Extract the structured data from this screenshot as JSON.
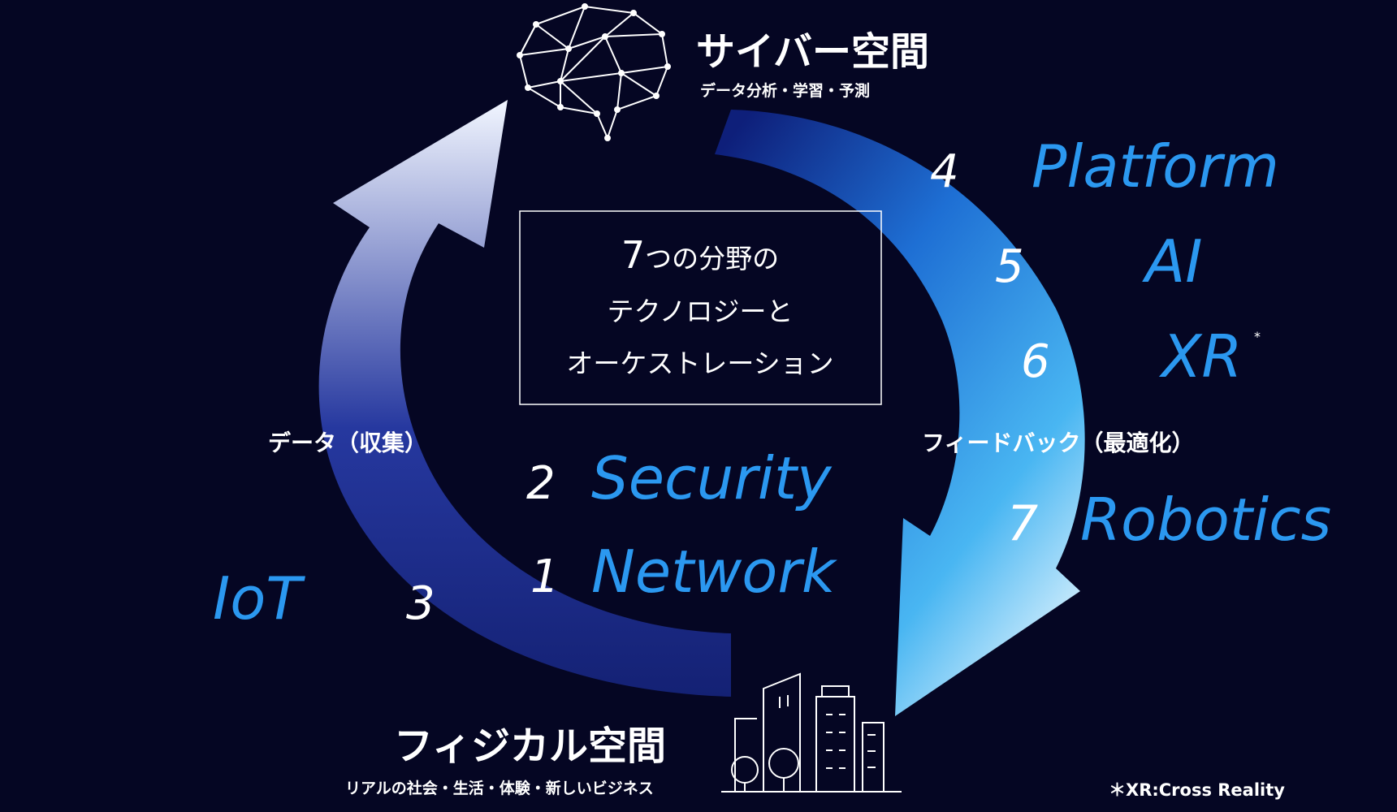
{
  "cyber": {
    "title": "サイバー空間",
    "subtitle": "データ分析・学習・予測"
  },
  "physical": {
    "title": "フィジカル空間",
    "subtitle": "リアルの社会・生活・体験・新しいビジネス"
  },
  "center_box": {
    "line1_number": "7",
    "line1_text": "つの分野の",
    "line2": "テクノロジーと",
    "line3": "オーケストレーション"
  },
  "flows": {
    "left": "データ（収集）",
    "right": "フィードバック（最適化）"
  },
  "technologies": [
    {
      "number": "1",
      "label": "Network"
    },
    {
      "number": "2",
      "label": "Security"
    },
    {
      "number": "3",
      "label": "IoT"
    },
    {
      "number": "4",
      "label": "Platform"
    },
    {
      "number": "5",
      "label": "AI"
    },
    {
      "number": "6",
      "label": "XR",
      "mark": "*"
    },
    {
      "number": "7",
      "label": "Robotics"
    }
  ],
  "footnote": "＊XR:Cross Reality",
  "colors": {
    "background": "#050623",
    "accent_blue": "#2b98f0",
    "arrow_dark": "#1a2a86",
    "arrow_light": "#dff0ff",
    "text": "#ffffff"
  },
  "icons": {
    "cyber": "brain-network-icon",
    "physical": "city-buildings-icon"
  }
}
